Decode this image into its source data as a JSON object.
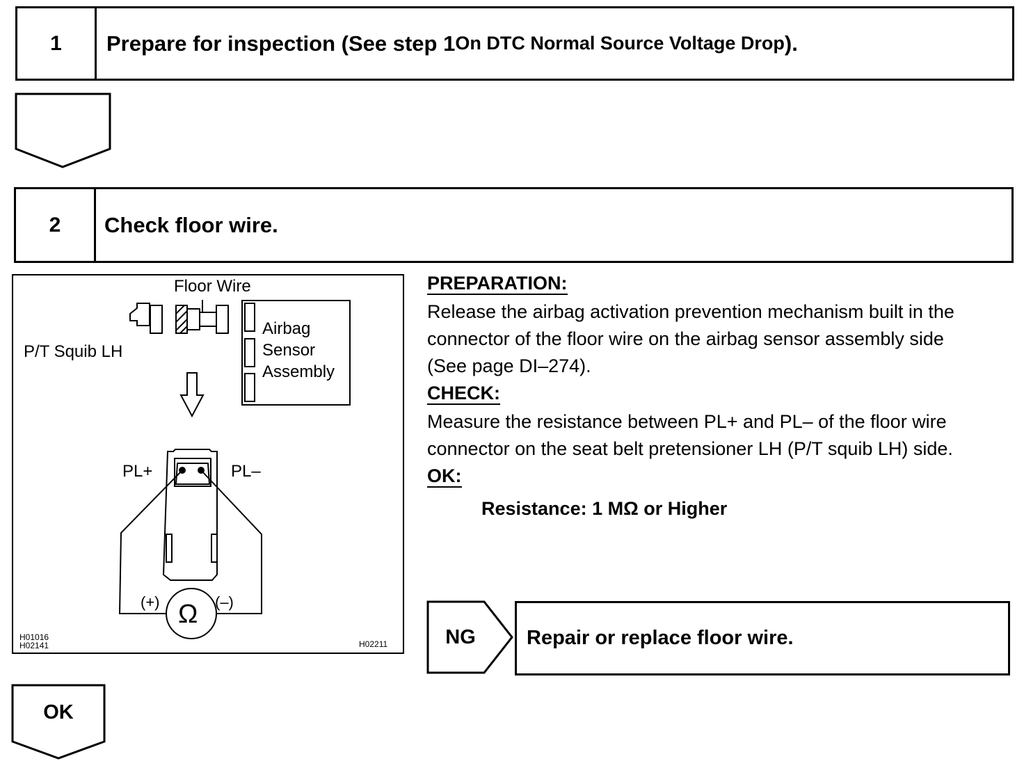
{
  "step1": {
    "number": "1",
    "title_main": "Prepare for inspection (See step 1 ",
    "title_small": "On DTC Normal Source Voltage Drop",
    "title_end": ")."
  },
  "step2": {
    "number": "2",
    "title": "Check floor wire."
  },
  "figure": {
    "label_floor_wire": "Floor Wire",
    "label_squib": "P/T Squib LH",
    "label_airbag": "Airbag",
    "label_sensor": "Sensor",
    "label_assembly": "Assembly",
    "label_pl_plus": "PL+",
    "label_pl_minus": "PL–",
    "label_plus": "(+)",
    "label_minus": "(–)",
    "ohm_symbol": "Ω",
    "code_1": "H01016",
    "code_2": "H02141",
    "code_3": "H02211"
  },
  "instructions": {
    "preparation_head": "PREPARATION:",
    "preparation_lines": [
      "Release the airbag activation prevention mechanism built in the",
      "connector of the floor wire on the airbag sensor assembly side",
      "(See page DI–274)."
    ],
    "check_head": "CHECK:",
    "check_lines": [
      "Measure the resistance between PL+ and PL– of the floor wire",
      "connector on the seat belt pretensioner LH (P/T squib LH) side."
    ],
    "ok_head": "OK:",
    "ok_value": "Resistance: 1 MΩ or Higher"
  },
  "results": {
    "ng_label": "NG",
    "ng_action": "Repair or replace floor wire.",
    "ok_label": "OK"
  }
}
